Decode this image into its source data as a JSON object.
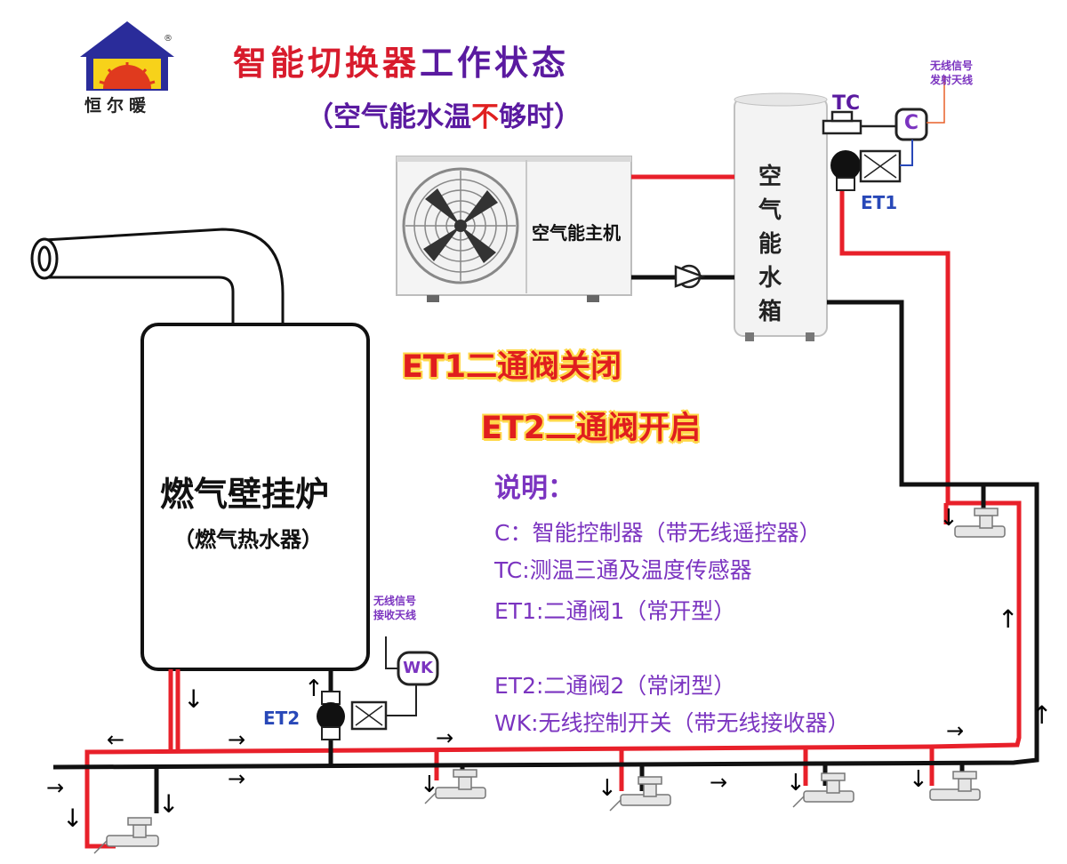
{
  "logo": {
    "name": "恒尔暖",
    "registered": "®"
  },
  "title": {
    "main_a": "智能切换器",
    "main_b": "工作状态"
  },
  "subtitle": {
    "prefix": "（空气能水温",
    "highlight": "不",
    "suffix": "够时）"
  },
  "status": {
    "et1": "ET1二通阀关闭",
    "et2": "ET2二通阀开启"
  },
  "boiler": {
    "title": "燃气壁挂炉",
    "subtitle": "（燃气热水器）"
  },
  "heat_pump": {
    "label": "空气能主机"
  },
  "tank": {
    "chars": [
      "空",
      "气",
      "能",
      "水",
      "箱"
    ]
  },
  "labels": {
    "tc": "TC",
    "c": "C",
    "et1": "ET1",
    "et2": "ET2",
    "wk": "WK"
  },
  "antennas": {
    "transmit": [
      "无线信号",
      "发射天线"
    ],
    "receive": [
      "无线信号",
      "接收天线"
    ]
  },
  "notes": {
    "title": "说明：",
    "items": [
      "C：智能控制器（带无线遥控器）",
      "TC:测温三通及温度传感器",
      "ET1:二通阀1（常开型）",
      "ET2:二通阀2（常闭型）",
      "WK:无线控制开关（带无线接收器）"
    ]
  },
  "arrows": {
    "down": "↓",
    "up": "↑",
    "left": "←",
    "right": "→"
  },
  "colors": {
    "hot_pipe": "#e8202a",
    "cold_pipe": "#111111",
    "accent": "#7b34c0",
    "title_red": "#d81b2c"
  }
}
